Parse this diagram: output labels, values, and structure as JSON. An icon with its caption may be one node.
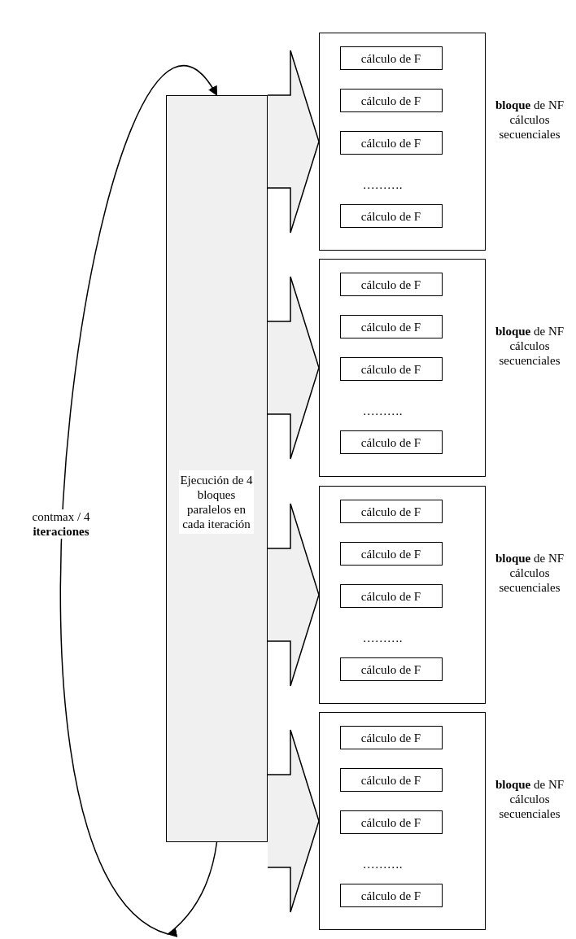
{
  "diagram": {
    "nodes": [
      {
        "text": [
          "Ejecución de 4 bloques paralelos en cada iteración"
        ]
      },
      {
        "text": [],
        "shape": "box",
        "beside": [
          "**bloque** de NF cálculos secuenciales"
        ]
      },
      {
        "text": [
          "cálculo de F"
        ],
        "in": 1
      },
      {
        "text": [
          "cálculo de F"
        ],
        "in": 1
      },
      {
        "text": [
          "cálculo de F"
        ],
        "in": 1
      },
      {
        "text": [
          "cálculo de F"
        ],
        "in": 1
      },
      {
        "text": [],
        "shape": "box",
        "beside": [
          "**bloque** de NF cálculos secuenciales"
        ]
      },
      {
        "text": [
          "cálculo de F"
        ],
        "in": 6
      },
      {
        "text": [
          "cálculo de F"
        ],
        "in": 6
      },
      {
        "text": [
          "cálculo de F"
        ],
        "in": 6
      },
      {
        "text": [
          "cálculo de F"
        ],
        "in": 6
      },
      {
        "text": [],
        "shape": "box",
        "beside": [
          "**bloque** de NF cálculos secuenciales"
        ]
      },
      {
        "text": [
          "cálculo de F"
        ],
        "in": 11
      },
      {
        "text": [
          "cálculo de F"
        ],
        "in": 11
      },
      {
        "text": [
          "cálculo de F"
        ],
        "in": 11
      },
      {
        "text": [
          "cálculo de F"
        ],
        "in": 11
      },
      {
        "text": [],
        "shape": "box",
        "beside": [
          "**bloque** de NF cálculos secuenciales"
        ]
      },
      {
        "text": [
          "cálculo de F"
        ],
        "in": 16
      },
      {
        "text": [
          "cálculo de F"
        ],
        "in": 16
      },
      {
        "text": [
          "cálculo de F"
        ],
        "in": 16
      },
      {
        "text": [
          "cálculo de F"
        ],
        "in": 16
      }
    ],
    "edges": [
      {
        "from": 0,
        "to": 0,
        "arrow": "to",
        "label": "contmax / 4 **iteraciones**"
      },
      {
        "from": 0,
        "to": 1,
        "arrow": "to",
        "style": "thick"
      },
      {
        "from": 0,
        "to": 6,
        "arrow": "to",
        "style": "thick"
      },
      {
        "from": 0,
        "to": 11,
        "arrow": "to",
        "style": "thick"
      },
      {
        "from": 0,
        "to": 16,
        "arrow": "to",
        "style": "thick"
      }
    ],
    "labels": [
      "……….",
      "……….",
      "……….",
      "………."
    ]
  }
}
